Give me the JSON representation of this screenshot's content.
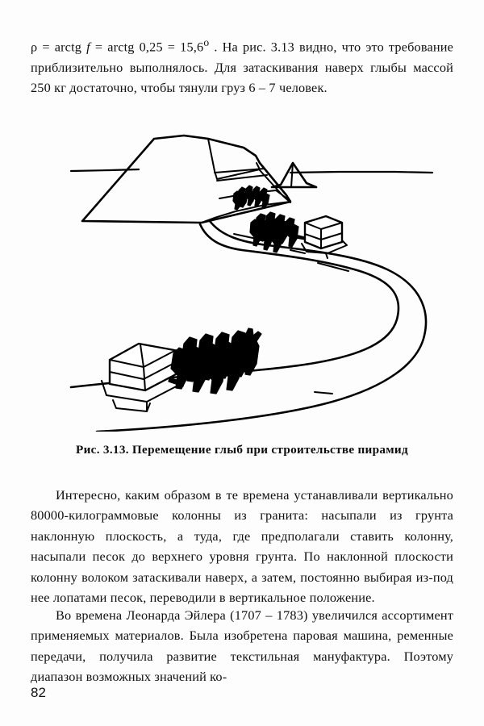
{
  "document": {
    "language": "ru",
    "page_number": "82",
    "kind": "scanned-textbook-page"
  },
  "body": {
    "paragraph_top_html": "ρ = arctg <i>f</i> = arctg 0,25 = 15,6<sup>o</sup> . На рис. 3.13 видно, что это требование приблизительно выполнялось. Для затаскивания наверх глыбы массой 250 кг достаточно, чтобы тянули груз 6 – 7 человек.",
    "paragraph_top_text": "ρ = arctg f = arctg 0,25 = 15,6o . На рис. 3.13 видно, что это требование приблизительно выполнялось. Для затаскивания наверх глыбы массой 250 кг достаточно, чтобы тянули груз 6 – 7 человек.",
    "paragraph_middle": "Интересно, каким образом в те времена устанавливали вертикально 80000-килограммовые колонны из гранита: насыпали из грунта наклонную плоскость, а туда, где предполагали ставить колонну, насыпали песок до верхнего уровня грунта. По наклонной плоскости колонну волоком затаскивали наверх, а затем, постоянно выбирая из-под нее лопатами песок, переводили в вертикальное положение.",
    "paragraph_bottom": "Во времена Леонарда Эйлера (1707 – 1783) увеличился ассортимент применяемых материалов. Была изобретена паровая машина, ременные передачи, получила развитие текстильная мануфактура. Поэтому диапазон возможных значений ко-"
  },
  "figure": {
    "number": "3.13",
    "caption": "Рис. 3.13. Перемещение глыб при строительстве пирамид",
    "description": "Линейный рисунок: строящаяся пирамида с земляной насыпью и извилистая дорога, по которой группы людей тянут каменные глыбы на салазках.",
    "elements": {
      "main_pyramid": "Пирамида в строительстве с наклонной насыпью",
      "far_pyramid": "Дальняя пирамида",
      "horizon": "Линия горизонта",
      "road": "Извилистая дорога",
      "upper_block": "Верхняя каменная глыба на салазках",
      "lower_block": "Нижняя каменная глыба на салазках",
      "upper_workers": "Группа рабочих (верхняя)",
      "lower_workers": "Группа рабочих (нижняя)",
      "ramp_workers": "Рабочие на насыпи"
    }
  },
  "colors": {
    "ink": "#0a0a0a",
    "paper": "#fdfdfd"
  }
}
